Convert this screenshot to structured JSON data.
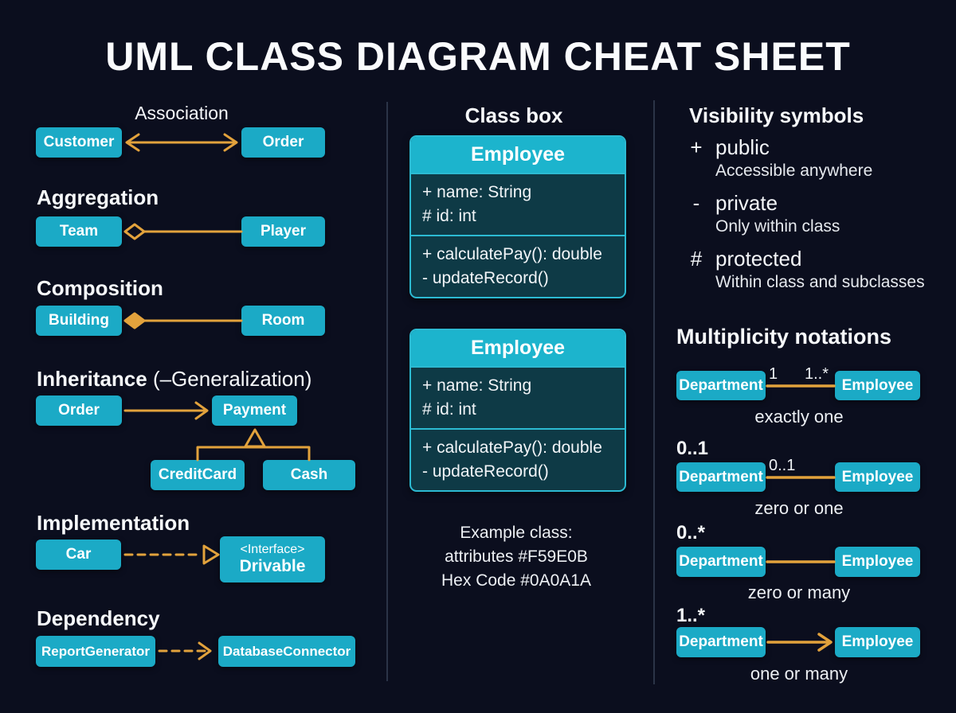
{
  "title": "UML CLASS DIAGRAM CHEAT SHEET",
  "colors": {
    "background": "#0B0E1E",
    "box_teal": "#1BAAC6",
    "arrow_orange": "#E2A23C",
    "class_header_teal": "#1CB4CD",
    "class_body_teal": "#0E3A46",
    "class_border_teal": "#2CBAD2"
  },
  "left": {
    "association": {
      "label": "Association",
      "left_box": "Customer",
      "right_box": "Order"
    },
    "aggregation": {
      "label": "Aggregation",
      "left_box": "Team",
      "right_box": "Player"
    },
    "composition": {
      "label": "Composition",
      "left_box": "Building",
      "right_box": "Room"
    },
    "inheritance": {
      "label": "Inheritance",
      "label_suffix": " (–Generalization)",
      "source_box": "Order",
      "parent_box": "Payment",
      "child_box_1": "CreditCard",
      "child_box_2": "Cash"
    },
    "implementation": {
      "label": "Implementation",
      "left_box": "Car",
      "interface_line1": "<Interface>",
      "interface_line2": "Drivable"
    },
    "dependency": {
      "label": "Dependency",
      "left_box": "ReportGenerator",
      "right_box": "DatabaseConnector"
    }
  },
  "class_box": {
    "heading": "Class box",
    "class_name": "Employee",
    "attributes": [
      "+ name: String",
      "# id: int"
    ],
    "methods": [
      "+ calculatePay(): double",
      "- updateRecord()"
    ],
    "note_lines": [
      "Example class:",
      "attributes #F59E0B",
      "Hex Code #0A0A1A"
    ]
  },
  "visibility": {
    "heading": "Visibility symbols",
    "items": [
      {
        "symbol": "+",
        "name": "public",
        "desc": "Accessible anywhere"
      },
      {
        "symbol": "-",
        "name": "private",
        "desc": "Only within class"
      },
      {
        "symbol": "#",
        "name": "protected",
        "desc": "Within class and subclasses"
      }
    ]
  },
  "multiplicity": {
    "heading": "Multiplicity notations",
    "rows": [
      {
        "heading": "",
        "left_box": "Department",
        "right_box": "Employee",
        "label_left": "1",
        "label_right": "1..*",
        "caption": "exactly one"
      },
      {
        "heading": "0..1",
        "left_box": "Department",
        "right_box": "Employee",
        "label_left": "0..1",
        "label_right": "",
        "caption": "zero or one"
      },
      {
        "heading": "0..*",
        "left_box": "Department",
        "right_box": "Employee",
        "label_left": "",
        "label_right": "",
        "caption": "zero or many"
      },
      {
        "heading": "1..*",
        "left_box": "Department",
        "right_box": "Employee",
        "label_left": "",
        "label_right": "",
        "caption": "one or many"
      }
    ]
  }
}
